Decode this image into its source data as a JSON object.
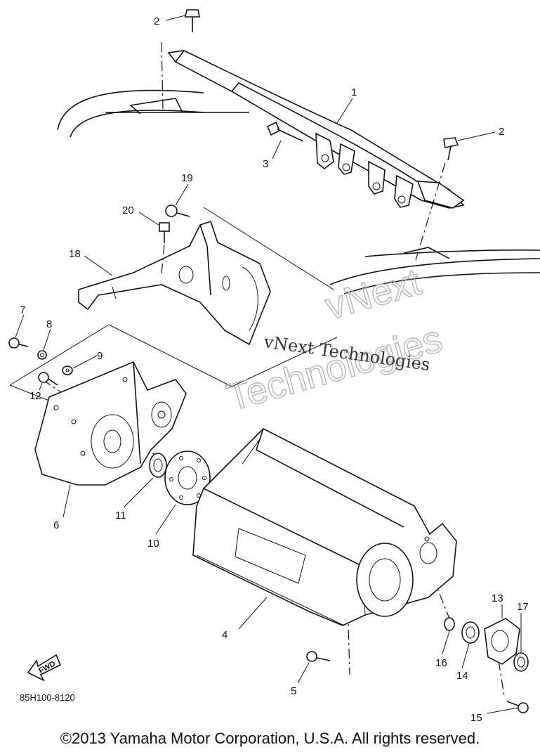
{
  "parts": [
    {
      "id": "1",
      "label": "1"
    },
    {
      "id": "2a",
      "label": "2"
    },
    {
      "id": "2b",
      "label": "2"
    },
    {
      "id": "3",
      "label": "3"
    },
    {
      "id": "4",
      "label": "4"
    },
    {
      "id": "5",
      "label": "5"
    },
    {
      "id": "6",
      "label": "6"
    },
    {
      "id": "7",
      "label": "7"
    },
    {
      "id": "8",
      "label": "8"
    },
    {
      "id": "9",
      "label": "9"
    },
    {
      "id": "10",
      "label": "10"
    },
    {
      "id": "11",
      "label": "11"
    },
    {
      "id": "12",
      "label": "12"
    },
    {
      "id": "13",
      "label": "13"
    },
    {
      "id": "14",
      "label": "14"
    },
    {
      "id": "15",
      "label": "15"
    },
    {
      "id": "16",
      "label": "16"
    },
    {
      "id": "17",
      "label": "17"
    },
    {
      "id": "18",
      "label": "18"
    },
    {
      "id": "19",
      "label": "19"
    },
    {
      "id": "20",
      "label": "20"
    }
  ],
  "fwd_label": "FWD",
  "drawing_code": "85H100-8120",
  "watermark": {
    "line1": "vNext Technologies",
    "outline1": "vNext",
    "outline2": "Technologies"
  },
  "copyright": "©2013 Yamaha Motor Corporation, U.S.A. All rights reserved."
}
